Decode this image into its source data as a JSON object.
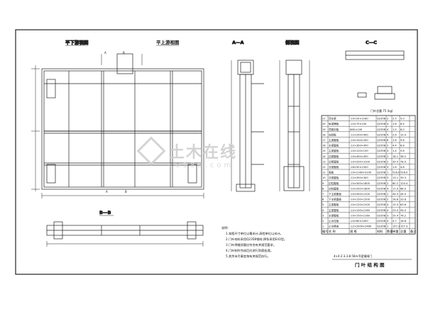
{
  "view_titles": {
    "lower_plan": "平下游视图",
    "upper_plan": "平上游视图",
    "section_aa": "A—A",
    "side_view": "侧视图",
    "section_cc": "C—C",
    "section_bb": "B—B"
  },
  "section_marks": [
    "A",
    "B",
    "A",
    "B"
  ],
  "weight_caption": "门叶总重 75 (kg)",
  "bom": {
    "columns": [
      "编号",
      "名  称",
      "规  格",
      "材料",
      "数量",
      "单重",
      "总重",
      "备注"
    ],
    "rows": [
      [
        "21",
        "顶主梁",
        "-10×20×2160",
        "Q235B",
        "2",
        "2.5",
        "5.0",
        ""
      ],
      [
        "20",
        "纵梁隔板",
        "-10×70×100",
        "Q235B",
        "4",
        "1.6",
        "6.4",
        ""
      ],
      [
        "19",
        "顶梁封板",
        "Φ50×100",
        "Q235B",
        "4",
        "1.5",
        "6.0",
        ""
      ],
      [
        "18",
        "加劲板",
        "-12×200×400",
        "Q235B",
        "4",
        "2.6",
        "10.4",
        ""
      ],
      [
        "17",
        "主梁腹板",
        "-10×100×200",
        "Q235B",
        "6",
        "1.6",
        "9.6",
        ""
      ],
      [
        "16",
        "主梁翼板",
        "-12×300×450",
        "Q235B",
        "2",
        "4.4",
        "8.8",
        ""
      ],
      [
        "15",
        "主梁翼板",
        "-10×120×150",
        "Q235B",
        "4",
        "1.4",
        "5.6",
        ""
      ],
      [
        "14",
        "边梁腹板",
        "-10×450×450",
        "Q235B",
        "2",
        "18.1",
        "36.2",
        ""
      ],
      [
        "13",
        "边梁翼板",
        "-10×200×3100",
        "Q235B",
        "2",
        "39.0",
        "78.0",
        ""
      ],
      [
        "12",
        "次梁腹板",
        "-16×50×1500",
        "Q235B",
        "3",
        "1.6",
        "4.8",
        ""
      ],
      [
        "11",
        "面板",
        "-10×2160×3100",
        "Q235B",
        "1",
        "526.0",
        "526.0",
        ""
      ],
      [
        "10",
        "次梁翼板",
        "-12×350×300",
        "Q235B",
        "3",
        "13.1",
        "39.3",
        ""
      ],
      [
        "9",
        "边柱腹板",
        "-10×500×1800",
        "Q235B",
        "2",
        "60.2",
        "120.4",
        ""
      ],
      [
        "8",
        "边柱翼板",
        "-10×200×1800",
        "Q235B",
        "4",
        "17.0",
        "68.0",
        ""
      ],
      [
        "7",
        "下主梁腹板",
        "-10×500×1200",
        "Q235B",
        "1",
        "44.9",
        "44.9",
        ""
      ],
      [
        "6",
        "下主梁翼板",
        "-10×150×1500",
        "Q235B",
        "2",
        "16.8",
        "33.6",
        ""
      ],
      [
        "5",
        "主梁腹板",
        "-10×120×2100",
        "Q235B",
        "4",
        "15.9",
        "63.6",
        ""
      ],
      [
        "4",
        "主梁翼板",
        "-12×100×2160",
        "Q235B",
        "4",
        "23.5",
        "94.0",
        ""
      ],
      [
        "3",
        "主梁腹板",
        "-10×150×2160",
        "Q235B",
        "3",
        "25.4",
        "76.2",
        ""
      ],
      [
        "2",
        "止水压板",
        "-10×60×1000",
        "Q235B",
        "4",
        "4.7",
        "18.8",
        ""
      ],
      [
        "1",
        "止水橡皮",
        "-12×2000×2460",
        "Q235B",
        "1",
        "157.3",
        "157.3",
        ""
      ]
    ]
  },
  "notes": {
    "heading": "说明:",
    "lines": [
      "1.本图尺寸单位以毫米计,高程单位以米计。",
      "2.门叶材料采用Q235B钢材,焊条采用E43型。",
      "3.门叶焊缝质量应符合有关规范要求。",
      "4.门叶制作完成后应进行防腐处理。",
      "5.其余未尽事宜按有关规范执行。"
    ]
  },
  "title_block": {
    "project": "4×4.2-3.3-8.56m平面钢闸门",
    "drawing_title": "门 叶 结 构 图"
  },
  "watermark": {
    "text": "土木在线",
    "domain": "co188.com"
  }
}
